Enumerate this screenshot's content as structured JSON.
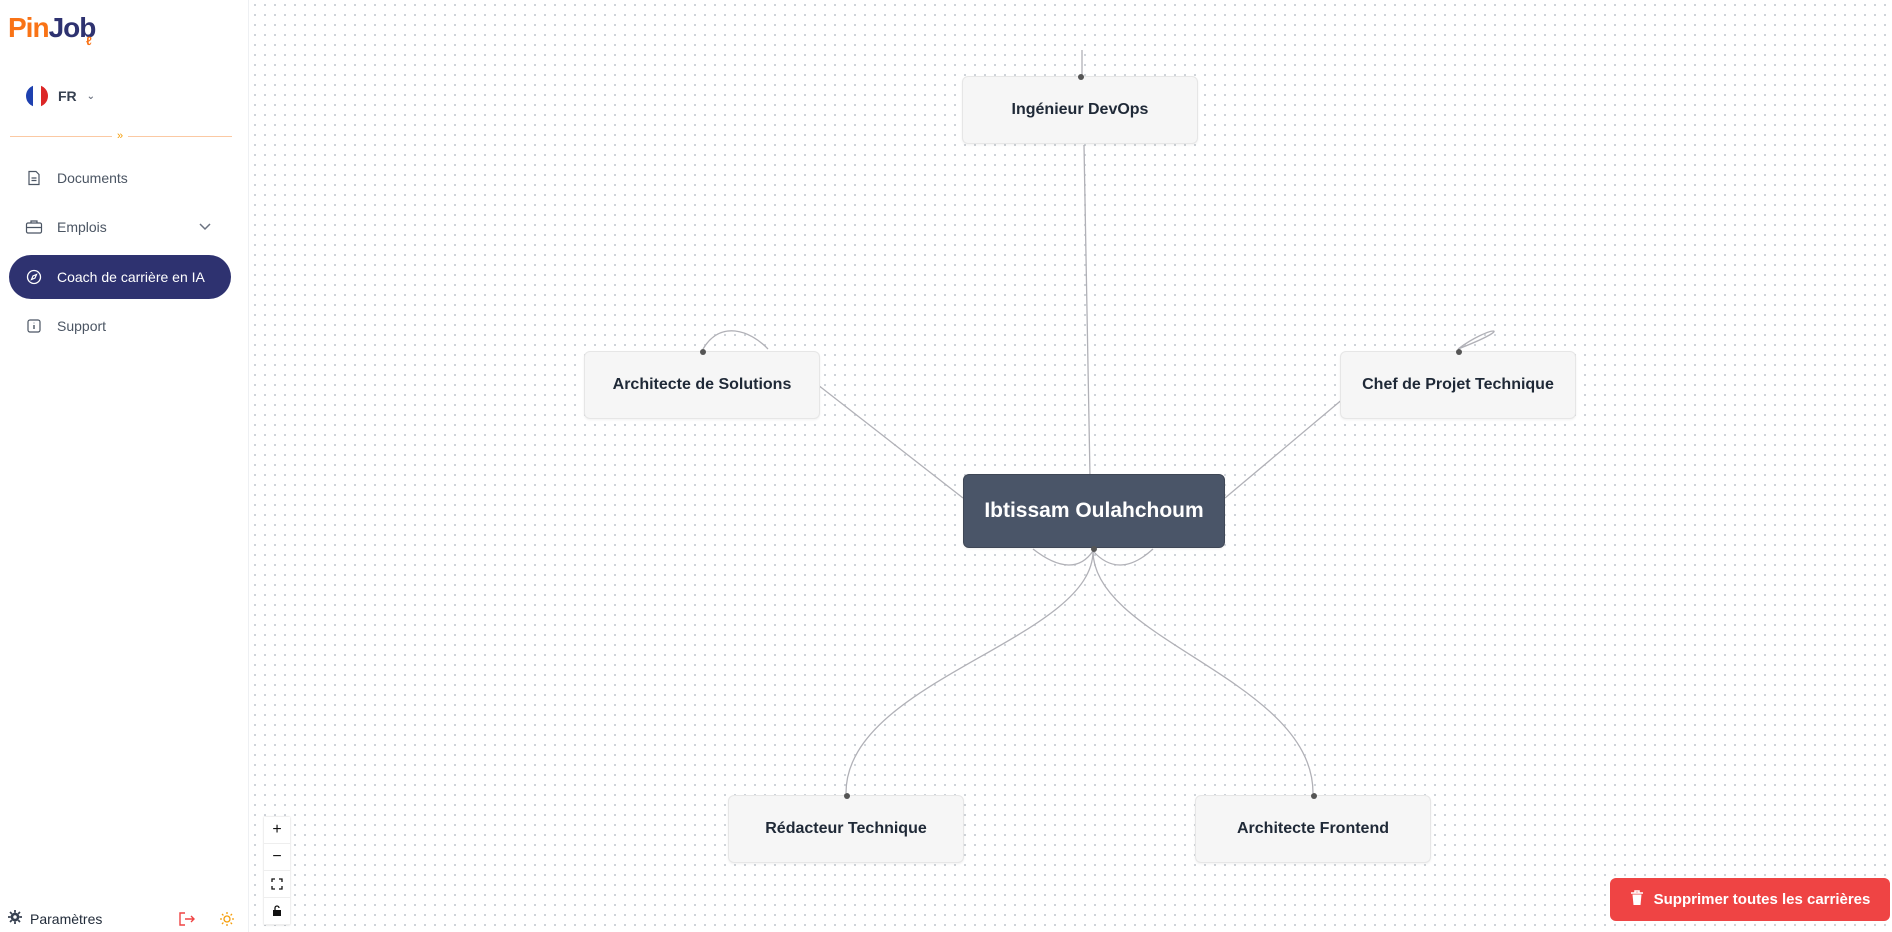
{
  "app": {
    "logo_pin": "Pin",
    "logo_job": "Job"
  },
  "language": {
    "code": "FR",
    "icon": "france-flag-icon"
  },
  "nav": {
    "items": [
      {
        "label": "Documents",
        "icon": "document-icon"
      },
      {
        "label": "Emplois",
        "icon": "briefcase-icon"
      },
      {
        "label": "Coach de carrière en IA",
        "icon": "compass-icon"
      },
      {
        "label": "Support",
        "icon": "info-icon"
      }
    ]
  },
  "footer": {
    "settings_label": "Paramètres"
  },
  "graph": {
    "center": "Ibtissam Oulahchoum",
    "nodes": [
      "Ingénieur DevOps",
      "Architecte de Solutions",
      "Chef de Projet Technique",
      "Rédacteur Technique",
      "Architecte Frontend"
    ]
  },
  "actions": {
    "delete_all": "Supprimer toutes les carrières"
  },
  "colors": {
    "accent": "#2e3270",
    "brand_orange": "#f97316",
    "danger": "#ef4444",
    "center_node": "#4a5568"
  }
}
